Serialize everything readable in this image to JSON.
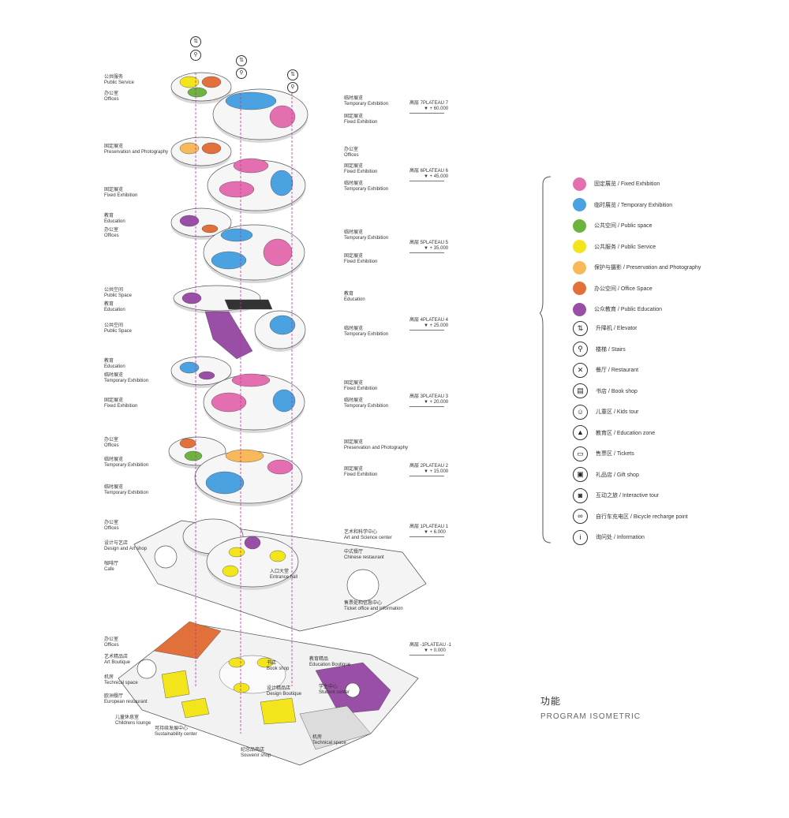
{
  "colors": {
    "fixed": "#e46fb0",
    "temporary": "#4aa3e0",
    "public_space": "#6db33f",
    "public_service": "#f2e51c",
    "preservation": "#f7b95a",
    "office": "#e2703a",
    "education": "#9a4fa6",
    "elevator_line": "#c0309a"
  },
  "top_icons": [
    "elevator-icon",
    "elevator-icon",
    "elevator-icon",
    "stairs-icon",
    "stairs-icon",
    "stairs-icon"
  ],
  "labels": {
    "l1": [
      "公共服务",
      "Public Service"
    ],
    "l2": [
      "办公室",
      "Offices"
    ],
    "l3": [
      "临时展览",
      "Temporary Exhibition"
    ],
    "l4": [
      "固定展览",
      "Fixed Exhibition"
    ],
    "l5": [
      "固定展览",
      "Preservation and Photography"
    ],
    "l6": [
      "办公室",
      "Offices"
    ],
    "l7": [
      "固定展览",
      "Fixed Exhibition"
    ],
    "l8": [
      "临时展览",
      "Temporary Exhibition"
    ],
    "l9": [
      "固定展览",
      "Fixed Exhibition"
    ],
    "l10": [
      "教育",
      "Education"
    ],
    "l11": [
      "办公室",
      "Offices"
    ],
    "l12": [
      "临时展览",
      "Temporary Exhibition"
    ],
    "l13": [
      "固定展览",
      "Fixed Exhibition"
    ],
    "l14": [
      "公共空间",
      "Public Space"
    ],
    "l15": [
      "教育",
      "Education"
    ],
    "l16": [
      "教育",
      "Education"
    ],
    "l17": [
      "公共空间",
      "Public Space"
    ],
    "l18": [
      "临时展览",
      "Temporary Exhibition"
    ],
    "l19": [
      "教育",
      "Education"
    ],
    "l20": [
      "临时展览",
      "Temporary Exhibition"
    ],
    "l21": [
      "固定展览",
      "Fixed Exhibition"
    ],
    "l22": [
      "固定展览",
      "Fixed Exhibition"
    ],
    "l23": [
      "临时展览",
      "Temporary Exhibition"
    ],
    "l24": [
      "办公室",
      "Offices"
    ],
    "l25": [
      "固定展览",
      "Preservation and Photography"
    ],
    "l26": [
      "临时展览",
      "Temporary Exhibition"
    ],
    "l27": [
      "固定展览",
      "Fixed Exhibition"
    ],
    "l28": [
      "临时展览",
      "Temporary Exhibition"
    ],
    "l29": [
      "办公室",
      "Offices"
    ],
    "l30": [
      "艺术和科学中心",
      "Art and Science center"
    ],
    "l31": [
      "设计与艺店",
      "Design and Art shop"
    ],
    "l32": [
      "中式餐厅",
      "Chinese restaurant"
    ],
    "l33": [
      "咖啡厅",
      "Cafe"
    ],
    "l34": [
      "入口大堂",
      "Entrance hall"
    ],
    "l35": [
      "售票处和信息中心",
      "Ticket office and information"
    ],
    "l36": [
      "办公室",
      "Offices"
    ],
    "l37": [
      "艺术精品店",
      "Art Boutique"
    ],
    "l38": [
      "书店",
      "Book shop"
    ],
    "l39": [
      "教育精品",
      "Education Boutique"
    ],
    "l40": [
      "机房",
      "Technical space"
    ],
    "l41": [
      "设计精品店",
      "Design Boutique"
    ],
    "l42": [
      "学生中心",
      "Student center"
    ],
    "l43": [
      "欧洲餐厅",
      "European restaurant"
    ],
    "l44": [
      "儿童休息室",
      "Childrens lounge"
    ],
    "l45": [
      "可持续发展中心",
      "Sustainability center"
    ],
    "l46": [
      "机房",
      "Technical space"
    ],
    "l47": [
      "纪念品商店",
      "Souvenir shop"
    ]
  },
  "levels": [
    {
      "cn": "高层 7",
      "en": "PLATEAU 7",
      "elev": "+ 60.000"
    },
    {
      "cn": "高层 6",
      "en": "PLATEAU 6",
      "elev": "+ 45.000"
    },
    {
      "cn": "高层 5",
      "en": "PLATEAU 5",
      "elev": "+ 35.000"
    },
    {
      "cn": "高层 4",
      "en": "PLATEAU 4",
      "elev": "+ 25.000"
    },
    {
      "cn": "高层 3",
      "en": "PLATEAU 3",
      "elev": "+ 20.000"
    },
    {
      "cn": "高层 2",
      "en": "PLATEAU 2",
      "elev": "+ 15.000"
    },
    {
      "cn": "高层 1",
      "en": "PLATEAU 1",
      "elev": "+ 6.000"
    },
    {
      "cn": "高层 -1",
      "en": "PLATEAU -1",
      "elev": "+ 0.000"
    }
  ],
  "legend": {
    "colors": [
      {
        "text": "固定展览 / Fixed Exhibition",
        "color": "#e46fb0"
      },
      {
        "text": "临时展览 / Temporary Exhibition",
        "color": "#4aa3e0"
      },
      {
        "text": "公共空间 / Public space",
        "color": "#6db33f"
      },
      {
        "text": "公共服务 / Public Service",
        "color": "#f2e51c"
      },
      {
        "text": "保护与摄影 / Preservation and Photography",
        "color": "#f7b95a"
      },
      {
        "text": "办公空间 / Office Space",
        "color": "#e2703a"
      },
      {
        "text": "公众教育 / Public Education",
        "color": "#9a4fa6"
      }
    ],
    "icons": [
      {
        "text": "升降机 / Elevator",
        "icon": "elevator-icon",
        "glyph": "⇅"
      },
      {
        "text": "楼梯 / Stairs",
        "icon": "stairs-icon",
        "glyph": "⚲"
      },
      {
        "text": "餐厅 / Restaurant",
        "icon": "restaurant-icon",
        "glyph": "✕"
      },
      {
        "text": "书店 / Book shop",
        "icon": "book-icon",
        "glyph": "▤"
      },
      {
        "text": "儿童区 / Kids tour",
        "icon": "kids-icon",
        "glyph": "☺"
      },
      {
        "text": "教育区 / Education zone",
        "icon": "graduation-cap-icon",
        "glyph": "▲"
      },
      {
        "text": "售票区 / Tickets",
        "icon": "ticket-icon",
        "glyph": "▭"
      },
      {
        "text": "礼品店 / Gift shop",
        "icon": "gift-icon",
        "glyph": "▣"
      },
      {
        "text": "互动之旅 / Interactive tour",
        "icon": "interactive-icon",
        "glyph": "◙"
      },
      {
        "text": "自行车充电区 / Bicycle recharge point",
        "icon": "bicycle-icon",
        "glyph": "∞"
      },
      {
        "text": "询问处 / Information",
        "icon": "information-icon",
        "glyph": "i"
      }
    ]
  },
  "title": {
    "cn": "功能",
    "en": "PROGRAM ISOMETRIC"
  }
}
